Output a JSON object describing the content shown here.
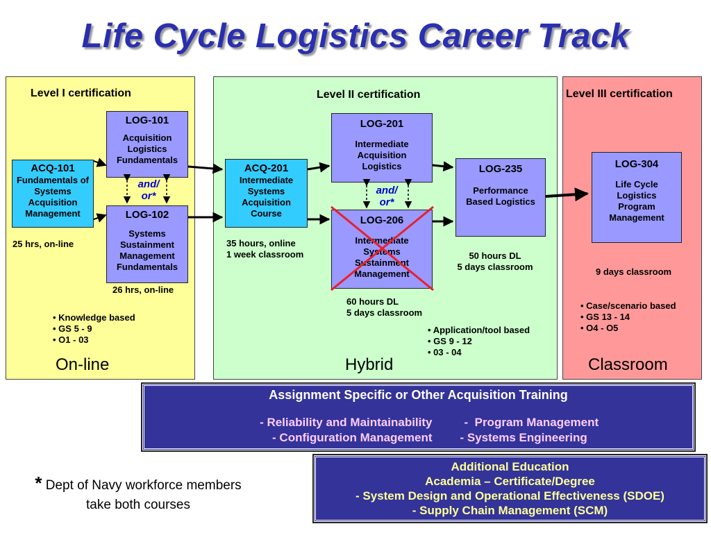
{
  "title": "Life Cycle Logistics Career Track",
  "levels": {
    "level1": "Level I  certification",
    "level2": "Level II certification",
    "level3": "Level III certification"
  },
  "modes": {
    "online": "On-line",
    "hybrid": "Hybrid",
    "classroom": "Classroom"
  },
  "courses": {
    "acq101": {
      "code": "ACQ-101",
      "desc": "Fundamentals of Systems Acquisition Management"
    },
    "log101": {
      "code": "LOG-101",
      "desc": "Acquisition Logistics Fundamentals"
    },
    "log102": {
      "code": "LOG-102",
      "desc": "Systems Sustainment Management Fundamentals"
    },
    "acq201": {
      "code": "ACQ-201",
      "desc": "Intermediate Systems Acquisition Course"
    },
    "log201": {
      "code": "LOG-201",
      "desc": "Intermediate Acquisition Logistics"
    },
    "log206": {
      "code": "LOG-206",
      "desc": "Intermediate Systems Sustainment Management"
    },
    "log235": {
      "code": "LOG-235",
      "desc": "Performance Based Logistics"
    },
    "log304": {
      "code": "LOG-304",
      "desc": "Life Cycle Logistics Program Management"
    }
  },
  "and_or": {
    "line1": "and/",
    "line2": "or*"
  },
  "durations": {
    "acq101": "25  hrs, on-line",
    "log102": "26  hrs, on-line",
    "acq201_1": "35 hours, online",
    "acq201_2": "1 week classroom",
    "log206_1": "60 hours DL",
    "log206_2": "5 days classroom",
    "log235_1": "50 hours DL",
    "log235_2": "5 days classroom",
    "log304": "9 days classroom"
  },
  "bullets": {
    "level1": [
      "Knowledge based",
      "GS 5 - 9",
      "O1 - 03"
    ],
    "level2": [
      "Application/tool based",
      "GS 9 - 12",
      "03 - 04"
    ],
    "level3": [
      "Case/scenario based",
      "GS 13 - 14",
      "O4 - O5"
    ]
  },
  "assignment": {
    "heading": "Assignment Specific or Other Acquisition Training",
    "row1_left": "- Reliability and Maintainability",
    "row1_right": "-  Program Management",
    "row2_left": "- Configuration Management",
    "row2_right": "- Systems Engineering"
  },
  "additional": {
    "heading": "Additional Education",
    "line1": "Academia – Certificate/Degree",
    "line2": "- System Design and Operational Effectiveness (SDOE)",
    "line3": "- Supply Chain Management (SCM)"
  },
  "footnote": {
    "star": "*",
    "text1": "Dept of Navy workforce members",
    "text2": "take both courses"
  },
  "colors": {
    "title": "#2a2fb0",
    "level1_bg": "#ffff99",
    "level2_bg": "#ccffcc",
    "level3_bg": "#ff9999",
    "acq_box": "#33ccff",
    "log_box": "#9999ff",
    "navy_box": "#333399",
    "cross": "#e8202a"
  }
}
